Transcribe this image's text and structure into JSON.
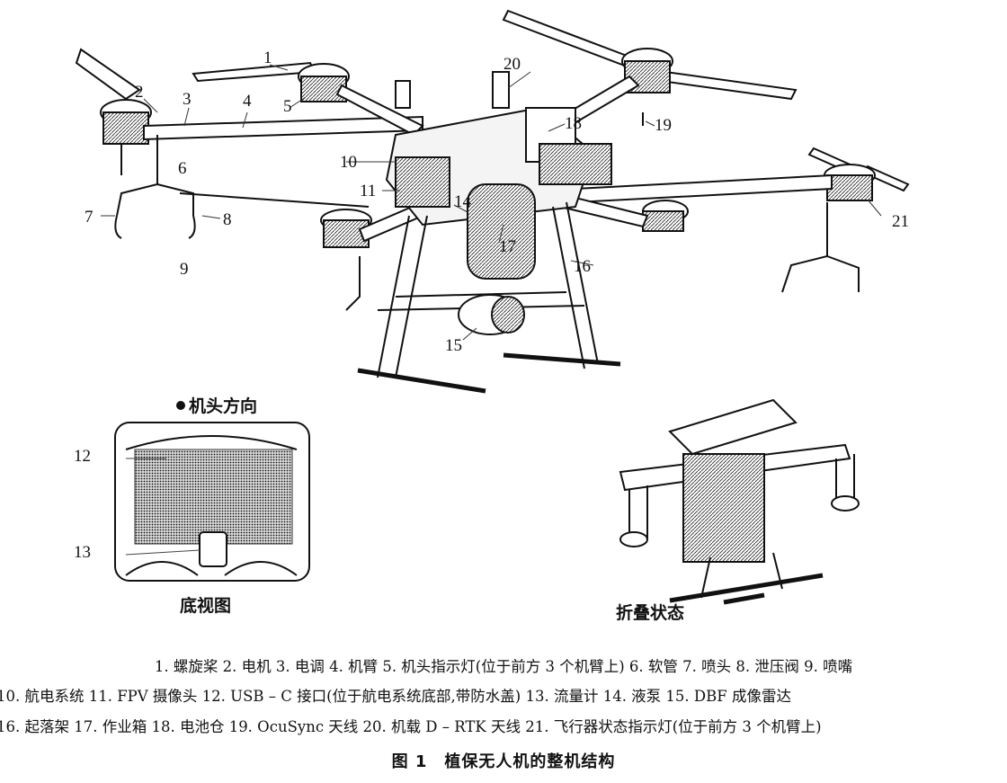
{
  "callouts": [
    "1",
    "2",
    "3",
    "4",
    "5",
    "6",
    "7",
    "8",
    "9",
    "10",
    "11",
    "12",
    "13",
    "14",
    "15",
    "16",
    "17",
    "18",
    "19",
    "20",
    "21"
  ],
  "views": {
    "nose_direction": "机头方向",
    "bottom_view": "底视图",
    "folded_state": "折叠状态"
  },
  "legend": {
    "line1": "1. 螺旋桨 2. 电机 3. 电调 4. 机臂 5. 机头指示灯(位于前方 3 个机臂上) 6. 软管 7. 喷头 8. 泄压阀 9. 喷嘴",
    "line2": "10. 航电系统 11. FPV 摄像头 12. USB – C 接口(位于航电系统底部,带防水盖) 13. 流量计 14. 液泵 15. DBF 成像雷达",
    "line3": "16. 起落架 17. 作业箱 18. 电池仓 19. OcuSync 天线 20. 机载 D – RTK 天线 21. 飞行器状态指示灯(位于前方 3 个机臂上)"
  },
  "figure_title": "图 1　植保无人机的整机结构"
}
